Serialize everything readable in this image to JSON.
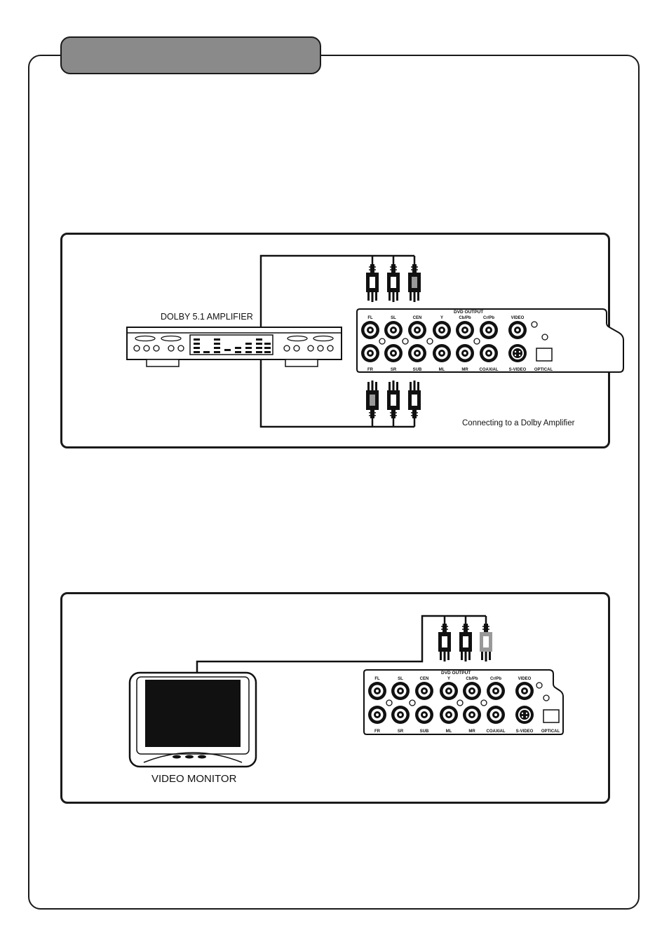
{
  "diagram1": {
    "amplifier_label": "DOLBY 5.1 AMPLIFIER",
    "caption": "Connecting to a Dolby Amplifier",
    "panel": {
      "title": "DVD OUTPUT",
      "top_labels": [
        "FL",
        "SL",
        "CEN",
        "Y",
        "Cb/Pb",
        "Cr/Pb",
        "VIDEO"
      ],
      "bottom_labels": [
        "FR",
        "SR",
        "SUB",
        "ML",
        "MR",
        "COAXIAL",
        "S-VIDEO",
        "OPTICAL"
      ]
    }
  },
  "diagram2": {
    "monitor_label": "VIDEO MONITOR",
    "panel": {
      "title": "DVD OUTPUT",
      "top_labels": [
        "FL",
        "SL",
        "CEN",
        "Y",
        "Cb/Pb",
        "Cr/Pb",
        "VIDEO"
      ],
      "bottom_labels": [
        "FR",
        "SR",
        "SUB",
        "ML",
        "MR",
        "COAXIAL",
        "S-VIDEO",
        "OPTICAL"
      ]
    }
  }
}
